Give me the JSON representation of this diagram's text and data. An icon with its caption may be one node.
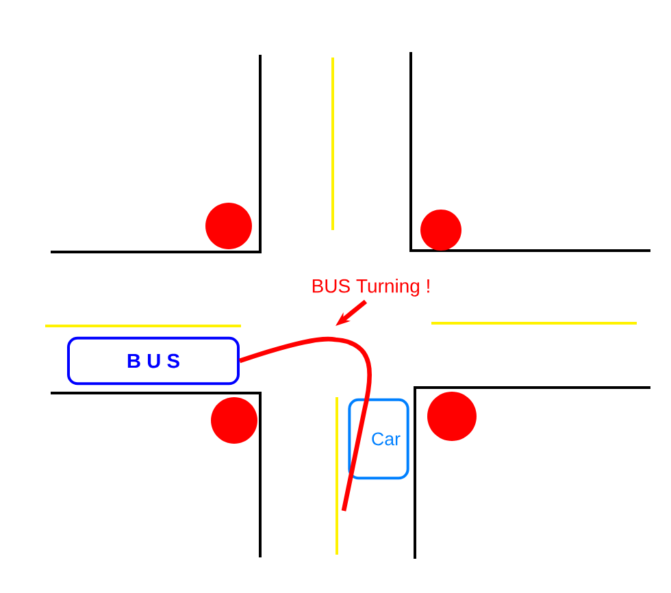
{
  "diagram": {
    "nodes": [
      {
        "text": [
          "B U S"
        ]
      },
      {
        "text": [
          "Car"
        ]
      },
      {
        "text": [
          "BUS Turning !"
        ]
      }
    ],
    "edges": [
      {
        "from": 0,
        "to": null,
        "arrow": "none"
      },
      {
        "from": 2,
        "to": null,
        "arrow": "to"
      }
    ]
  }
}
